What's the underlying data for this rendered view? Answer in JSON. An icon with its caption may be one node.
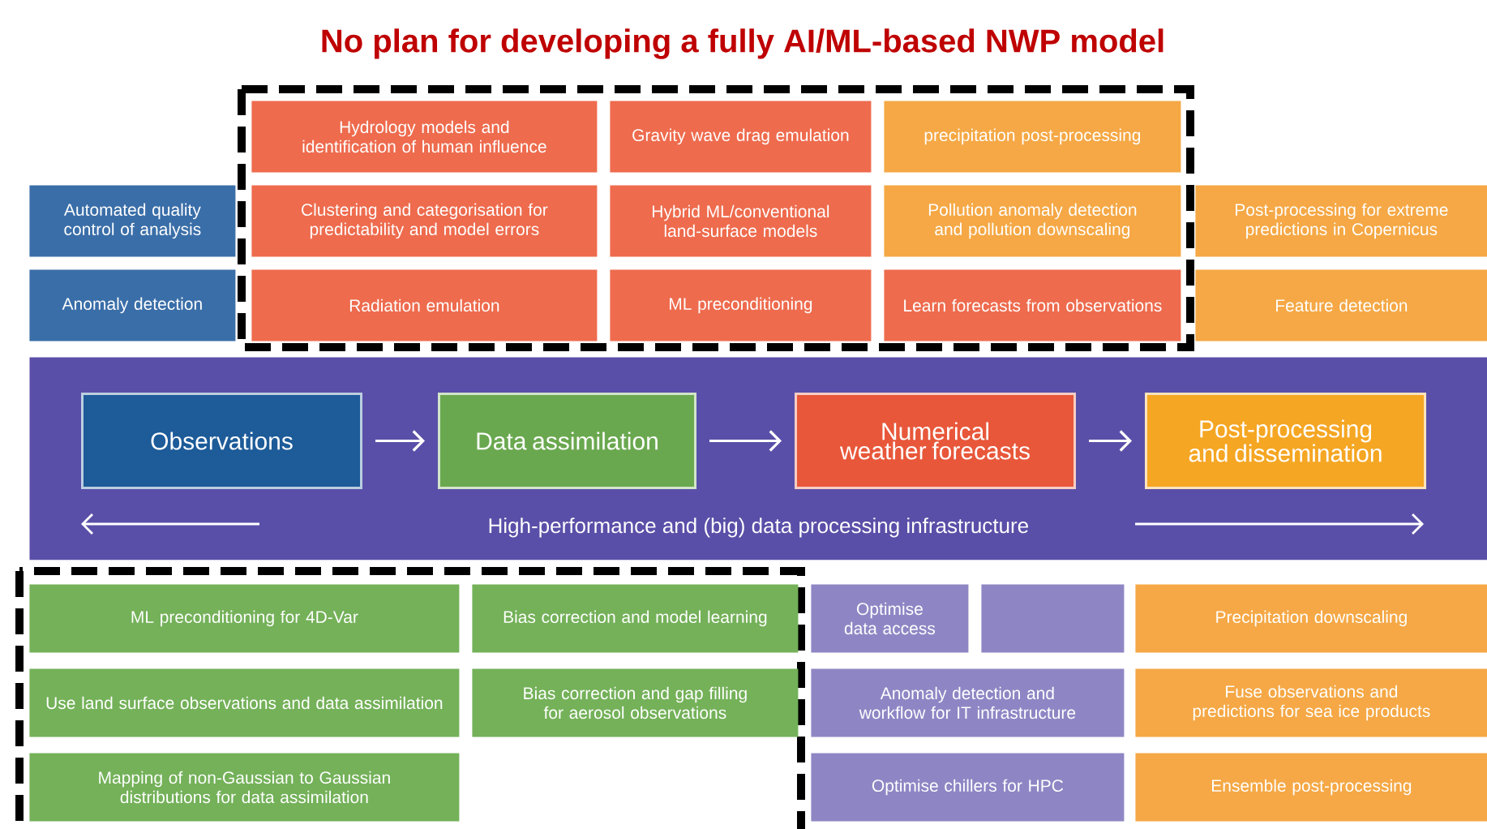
{
  "diagram": {
    "title": "No plan for developing a fully AI/ML-based NWP model",
    "nodes": [
      {
        "text": [
          "High-performance and (big) data processing infrastructure"
        ]
      },
      {
        "text": [
          "Observations"
        ],
        "in": 0
      },
      {
        "text": [
          "Data assimilation"
        ],
        "in": 0
      },
      {
        "text": [
          "Numerical weather forecasts"
        ],
        "in": 0
      },
      {
        "text": [
          "Post-processing and dissemination"
        ],
        "in": 0
      },
      {
        "text": [
          "Hydrology models and identification of human influence"
        ]
      },
      {
        "text": [
          "Gravity wave drag emulation"
        ]
      },
      {
        "text": [
          "precipitation post-processing"
        ]
      },
      {
        "text": [
          "Automated quality control of analysis"
        ]
      },
      {
        "text": [
          "Clustering and categorisation for predictability and model errors"
        ]
      },
      {
        "text": [
          "Hybrid ML/conventional land-surface models"
        ]
      },
      {
        "text": [
          "Pollution anomaly detection and pollution downscaling"
        ]
      },
      {
        "text": [
          "Post-processing for extreme predictions in Copernicus"
        ]
      },
      {
        "text": [
          "Anomaly detection"
        ]
      },
      {
        "text": [
          "Radiation emulation"
        ]
      },
      {
        "text": [
          "ML preconditioning"
        ]
      },
      {
        "text": [
          "Learn forecasts from observations"
        ]
      },
      {
        "text": [
          "Feature detection"
        ]
      },
      {
        "text": [
          "ML preconditioning for 4D-Var"
        ]
      },
      {
        "text": [
          "Bias correction and model learning"
        ]
      },
      {
        "text": [
          "Optimise data access"
        ]
      },
      {
        "text": [],
        "shape": "box"
      },
      {
        "text": [
          "Precipitation downscaling"
        ]
      },
      {
        "text": [
          "Use land surface observations and data assimilation"
        ]
      },
      {
        "text": [
          "Bias correction and gap filling for aerosol observations"
        ]
      },
      {
        "text": [
          "Anomaly detection and workflow for IT infrastructure"
        ]
      },
      {
        "text": [
          "Fuse observations and predictions for sea ice products"
        ]
      },
      {
        "text": [
          "Mapping of non-Gaussian to Gaussian distributions for data assimilation"
        ]
      },
      {
        "text": [
          "Optimise chillers for HPC"
        ]
      },
      {
        "text": [
          "Ensemble post-processing"
        ]
      }
    ],
    "edges": [
      {
        "from": 1,
        "to": 2,
        "arrow": "to"
      },
      {
        "from": 2,
        "to": 3,
        "arrow": "to"
      },
      {
        "from": 3,
        "to": 4,
        "arrow": "to"
      }
    ]
  }
}
